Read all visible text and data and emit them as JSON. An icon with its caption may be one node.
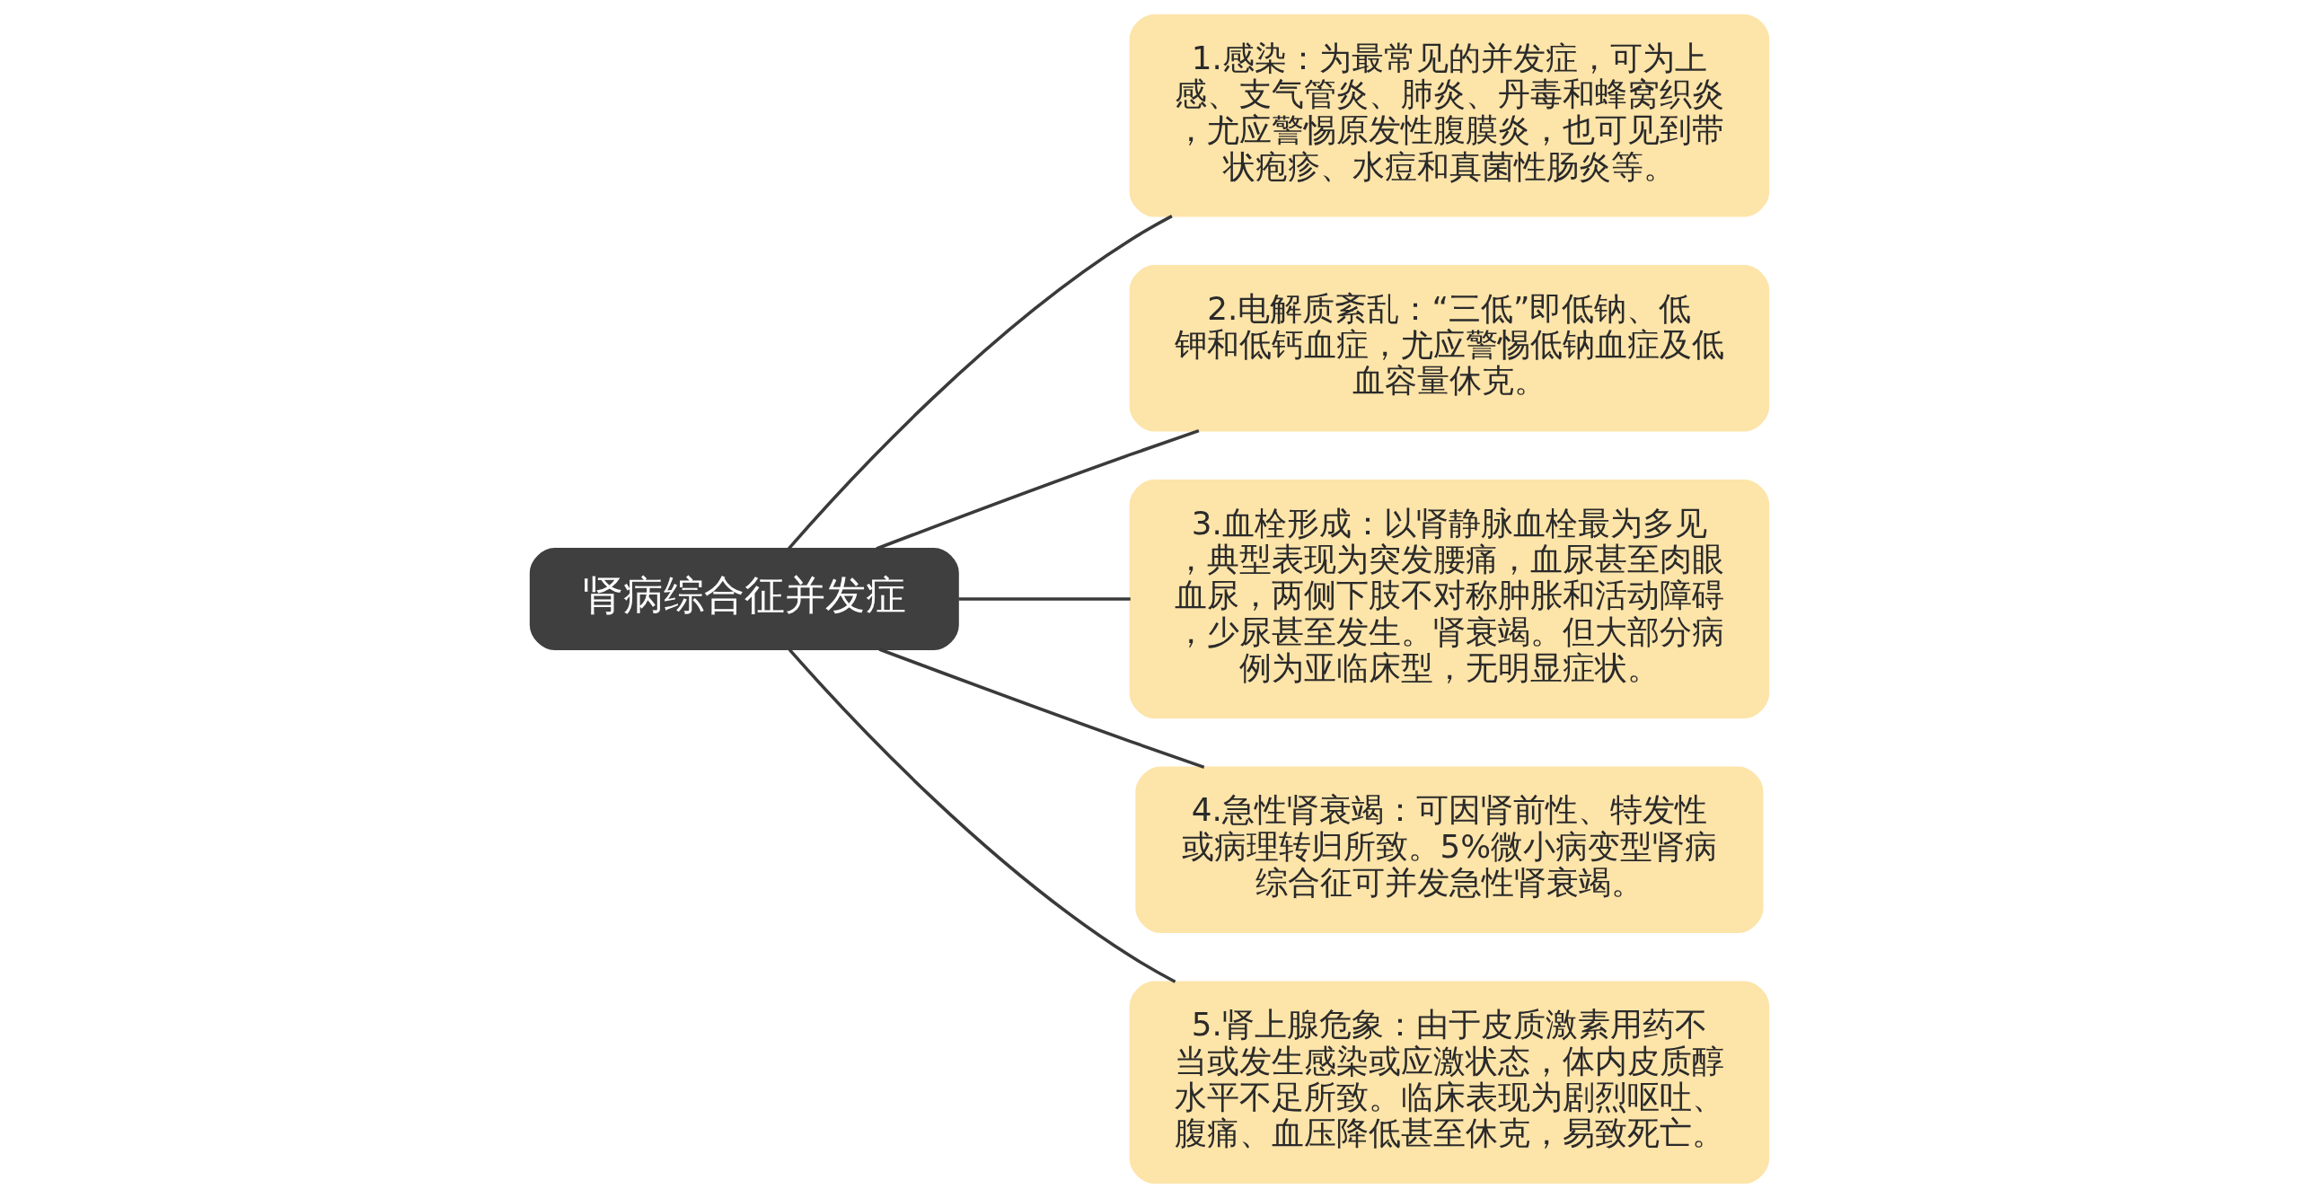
{
  "diagram": {
    "nodes": [
      {
        "text": [
          "肾病综合征并发症"
        ]
      },
      {
        "text": [
          "1.感染：为最常见的并发症，可为上感、支气管炎、肺炎、丹毒和蜂窝织炎，尤应警惕原发性腹膜炎，也可见到带状疱疹、水痘和真菌性肠炎等。"
        ]
      },
      {
        "text": [
          "2.电解质紊乱：“三低”即低钠、低钾和低钙血症，尤应警惕低钠血症及低血容量休克。"
        ]
      },
      {
        "text": [
          "3.血栓形成：以肾静脉血栓最为多见，典型表现为突发腰痛，血尿甚至肉眼血尿，两侧下肢不对称肿胀和活动障碍，少尿甚至发生。肾衰竭。但大部分病例为亚临床型，无明显症状。"
        ]
      },
      {
        "text": [
          "4.急性肾衰竭：可因肾前性、特发性或病理转归所致。5%微小病变型肾病综合征可并发急性肾衰竭。"
        ]
      },
      {
        "text": [
          "5.肾上腺危象：由于皮质激素用药不当或发生感染或应激状态，体内皮质醇水平不足所致。临床表现为剧烈呕吐、腹痛、血压降低甚至休克，易致死亡。"
        ]
      }
    ],
    "edges": [
      {
        "from": 0,
        "to": 1,
        "arrow": "none"
      },
      {
        "from": 0,
        "to": 2,
        "arrow": "none"
      },
      {
        "from": 0,
        "to": 3,
        "arrow": "none"
      },
      {
        "from": 0,
        "to": 4,
        "arrow": "none"
      },
      {
        "from": 0,
        "to": 5,
        "arrow": "none"
      }
    ]
  }
}
